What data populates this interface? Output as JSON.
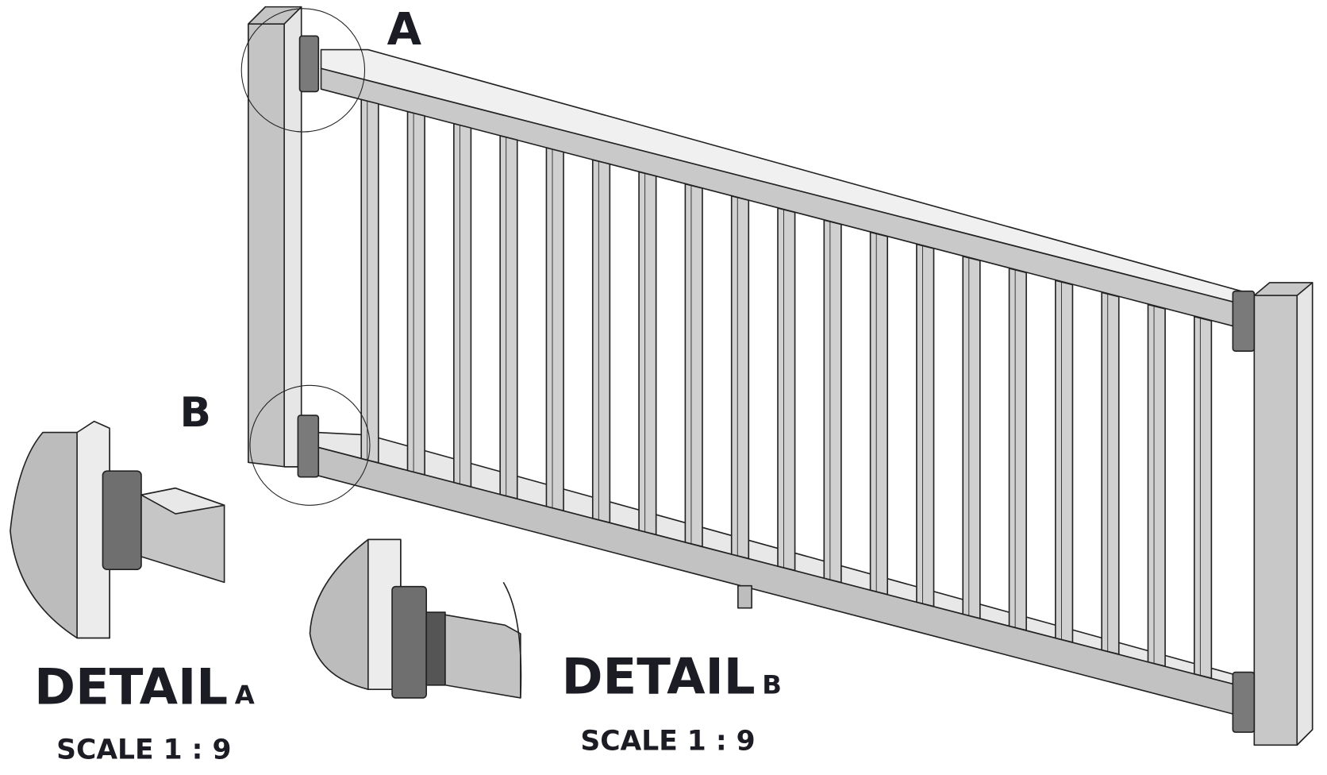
{
  "callouts": {
    "a": "A",
    "b": "B"
  },
  "detail_a": {
    "title": "DETAIL",
    "letter": "A",
    "scale": "SCALE 1 : 9"
  },
  "detail_b": {
    "title": "DETAIL",
    "letter": "B",
    "scale": "SCALE 1 : 9"
  },
  "baluster_count": 19,
  "colors": {
    "post": "#c8c8c8",
    "rail": "#d6d6d6",
    "bracket": "#6a6a6a",
    "ink": "#1c1c24"
  }
}
